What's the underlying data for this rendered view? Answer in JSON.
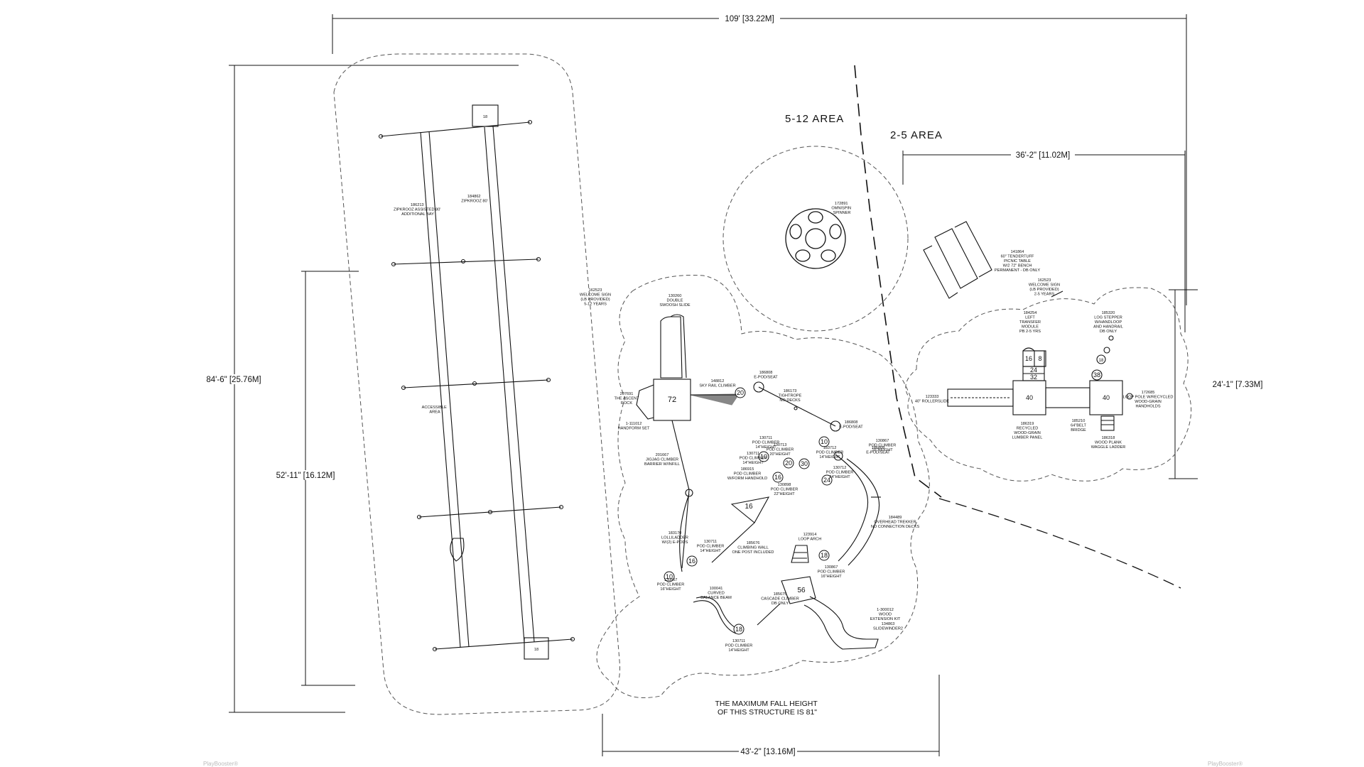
{
  "dimensions": {
    "top": "109' [33.22M]",
    "left_total": "84'-6\" [25.76M]",
    "left_inner": "52'-11\" [16.12M]",
    "bottom": "43'-2\" [13.16M]",
    "right_top": "36'-2\" [11.02M]",
    "right_side": "24'-1\" [7.33M]"
  },
  "areas": {
    "older": "5-12 AREA",
    "younger": "2-5 AREA"
  },
  "fall_height_note": [
    "THE MAXIMUM FALL HEIGHT",
    "OF THIS STRUCTURE IS 81\""
  ],
  "zipline": {
    "track_a": [
      "186213",
      "ZIPKROOZ ASSISTED 80'",
      "ADDITIONAL BAY"
    ],
    "track_b": [
      "184862",
      "ZIPKROOZ 80'"
    ],
    "accessible": [
      "ACCESSIBLE",
      "AREA"
    ],
    "post_top": "18",
    "post_bottom": "18"
  },
  "spinner": {
    "label": [
      "172891",
      "OMNISPIN",
      "SPINNER"
    ]
  },
  "big_structure": {
    "labels": [
      [
        "162523",
        "WELCOME SIGN",
        "(LB PROVIDED)",
        "5-12 YEARS"
      ],
      [
        "130260",
        "DOUBLE",
        "SWOOSH SLIDE"
      ],
      [
        "207691",
        "THE ASCENT",
        "ROCK"
      ],
      [
        "148812",
        "SKY RAIL CLIMBER"
      ],
      [
        "1-111012",
        "HANDFORM SET"
      ],
      [
        "186808",
        "E-POD/SEAT"
      ],
      [
        "186808",
        "E-POD/SEAT"
      ],
      [
        "186173",
        "TIGHTROPE",
        "NO DECKS"
      ],
      [
        "183712",
        "POD CLIMBER",
        "14\"HEIGHT"
      ],
      [
        "186808",
        "E-POD/SEAT"
      ],
      [
        "130711",
        "POD CLIMBER",
        "14\"HEIGHT"
      ],
      [
        "130713",
        "POD CLIMBER",
        "20\"HEIGHT"
      ],
      [
        "130711",
        "POD CLIMBER",
        "14\"HEIGHT"
      ],
      [
        "130867",
        "POD CLIMBER",
        "16\"HEIGHT"
      ],
      [
        "130712",
        "POD CLIMBER",
        "24\"HEIGHT"
      ],
      [
        "201667",
        "JIGJAG CLIMBER",
        "BARRIER W/INFILL"
      ],
      [
        "186915",
        "POD CLIMBER",
        "W/FORM HANDHOLD"
      ],
      [
        "130898",
        "POD CLIMBER",
        "22\"HEIGHT"
      ],
      [
        "184489",
        "OVERHEAD TREKKER",
        "NO CONNECTION DECKS"
      ],
      [
        "183170",
        "LOLLILADDER",
        "W/(2) E-PODS"
      ],
      [
        "130711",
        "POD CLIMBER",
        "14\"HEIGHT"
      ],
      [
        "185676",
        "CLIMBING WALL",
        "ONE POST INCLUDED"
      ],
      [
        "123914",
        "LOOP ARCH"
      ],
      [
        "130867",
        "POD CLIMBER",
        "16\"HEIGHT"
      ],
      [
        "130867",
        "POD CLIMBER",
        "16\"HEIGHT"
      ],
      [
        "100041",
        "CURVED",
        "BALANCE BEAM"
      ],
      [
        "185675",
        "CASCADE CLIMBER",
        "DB ONLY"
      ],
      [
        "1-300012",
        "WOOD",
        "EXTENSION KIT"
      ],
      [
        "134863",
        "SLIDEWINDER2"
      ],
      [
        "130711",
        "POD CLIMBER",
        "14\"HEIGHT"
      ]
    ],
    "deck_72": "72",
    "deck_16": "16",
    "deck_56": "56",
    "pods": [
      "20",
      "10",
      "10",
      "16",
      "20",
      "30",
      "24",
      "16",
      "18",
      "10",
      "18"
    ]
  },
  "toddler_structure": {
    "labels": [
      [
        "141864",
        "60\" TENDERTUFF",
        "PICNIC TABLE",
        "W/2 72\" BENCH",
        "PERMANENT - DB ONLY"
      ],
      [
        "162523",
        "WELCOME SIGN",
        "(LB PROVIDED)",
        "2-5 YEARS"
      ],
      [
        "184254",
        "LEFT",
        "TRANSFER",
        "MODULE",
        "PB 2-5 YRS"
      ],
      [
        "185320",
        "LOG STEPPER",
        "W/HANDLOOP",
        "AND HANDRAIL",
        "DB ONLY"
      ],
      [
        "123333",
        "40\" ROLLERSLIDE"
      ],
      [
        "186319",
        "RECYCLED",
        "WOOD-GRAIN",
        "LUMBER PANEL"
      ],
      [
        "185210",
        "64\"BELT",
        "BRIDGE"
      ],
      [
        "172685",
        "LOOP POLE W/RECYCLED",
        "WOOD-GRAIN",
        "HANDHOLDS"
      ],
      [
        "186318",
        "WOOD PLANK",
        "WAGGLE LADDER"
      ]
    ],
    "decks": [
      "16",
      "8",
      "24",
      "32",
      "40",
      "40",
      "38",
      "18"
    ]
  },
  "watermarks": [
    "PlayBooster®",
    "PlayBooster®"
  ]
}
